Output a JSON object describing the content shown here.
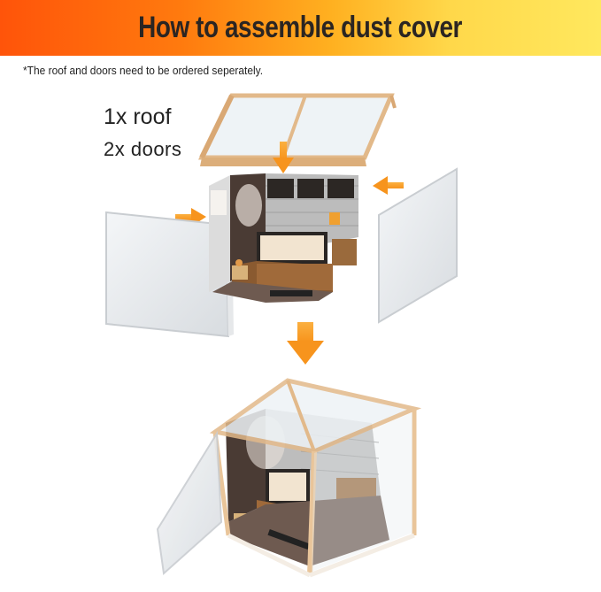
{
  "header": {
    "title": "How to assemble dust cover"
  },
  "note": "*The roof and doors need to be ordered seperately.",
  "labels": {
    "roof": "1x roof",
    "doors": "2x doors"
  },
  "colors": {
    "header_start": "#ff540a",
    "header_end": "#ffe85e",
    "arrow": "#f7941d",
    "wood": "#e9c59a"
  },
  "icons": [
    "arrow-down-icon",
    "arrow-right-icon",
    "arrow-left-icon",
    "arrow-down-large-icon"
  ]
}
